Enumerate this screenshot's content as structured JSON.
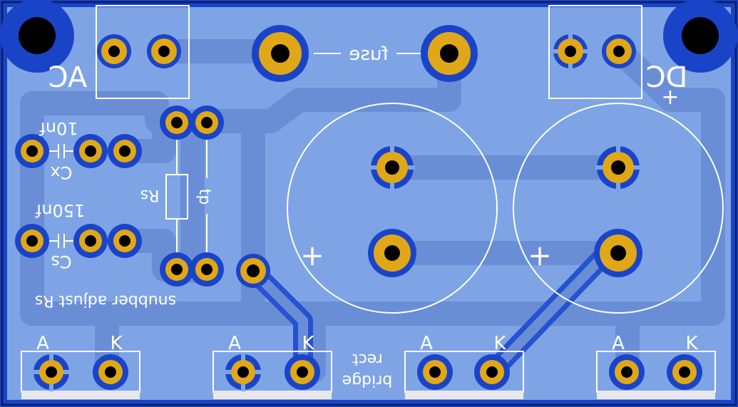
{
  "board": {
    "colors": {
      "substrate": "#1a44c8",
      "copper_fill": "#7ea4e6",
      "trace": "#6a8ed6",
      "back_trace": "#2452d0",
      "pad": "#e0a818",
      "hole": "#000000",
      "silk": "#ffffff",
      "strip": "#e8e8ec"
    },
    "labels": {
      "ac": "AC",
      "dc": "DC",
      "dc_plus": "+",
      "fuse": "fuse",
      "cx_value": "10nf",
      "cx_name": "Cx",
      "cs_value": "150nf",
      "cs_name": "Cs",
      "rs": "Rs",
      "tp": "tp",
      "snubber_note": "snubber adjust Rs",
      "cap1_plus": "+",
      "cap2_plus": "+",
      "bridge_line1": "rect",
      "bridge_line2": "bridge",
      "diodes": [
        {
          "anode": "A",
          "cathode": "K"
        },
        {
          "anode": "A",
          "cathode": "K"
        },
        {
          "anode": "A",
          "cathode": "K"
        },
        {
          "anode": "A",
          "cathode": "K"
        }
      ]
    }
  }
}
